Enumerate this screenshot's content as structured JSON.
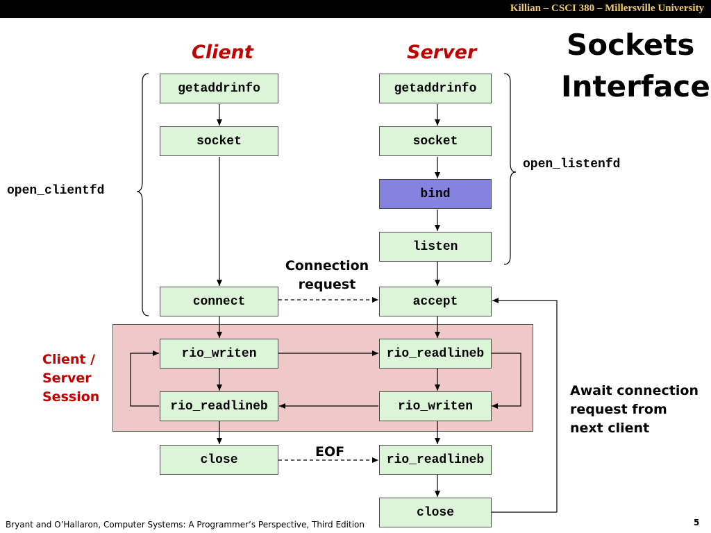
{
  "header": {
    "text": "Killian – CSCI 380 – Millersville University"
  },
  "title": {
    "line1": "Sockets",
    "line2": "Interface"
  },
  "columns": {
    "client": "Client",
    "server": "Server"
  },
  "client": {
    "getaddrinfo": "getaddrinfo",
    "socket": "socket",
    "connect": "connect",
    "rio_writen": "rio_writen",
    "rio_readlineb": "rio_readlineb",
    "close": "close"
  },
  "server": {
    "getaddrinfo": "getaddrinfo",
    "socket": "socket",
    "bind": "bind",
    "listen": "listen",
    "accept": "accept",
    "rio_readlineb": "rio_readlineb",
    "rio_writen": "rio_writen",
    "rio_readlineb_eof": "rio_readlineb",
    "close": "close"
  },
  "braces": {
    "client": "open_clientfd",
    "server": "open_listenfd"
  },
  "annotations": {
    "connection_request": [
      "Connection",
      "request"
    ],
    "eof": "EOF",
    "session": [
      "Client /",
      "Server",
      "Session"
    ],
    "await": [
      "Await connection",
      "request from",
      "next client"
    ]
  },
  "footer": {
    "citation": "Bryant and O’Hallaron, Computer Systems: A Programmer’s Perspective, Third Edition",
    "page": "5"
  },
  "colors": {
    "box_fill": "#dcf4d8",
    "highlight_fill": "#8484e0",
    "session_fill": "#efc8c8",
    "accent_red": "#c00000",
    "header_gold": "#f2cc66"
  }
}
